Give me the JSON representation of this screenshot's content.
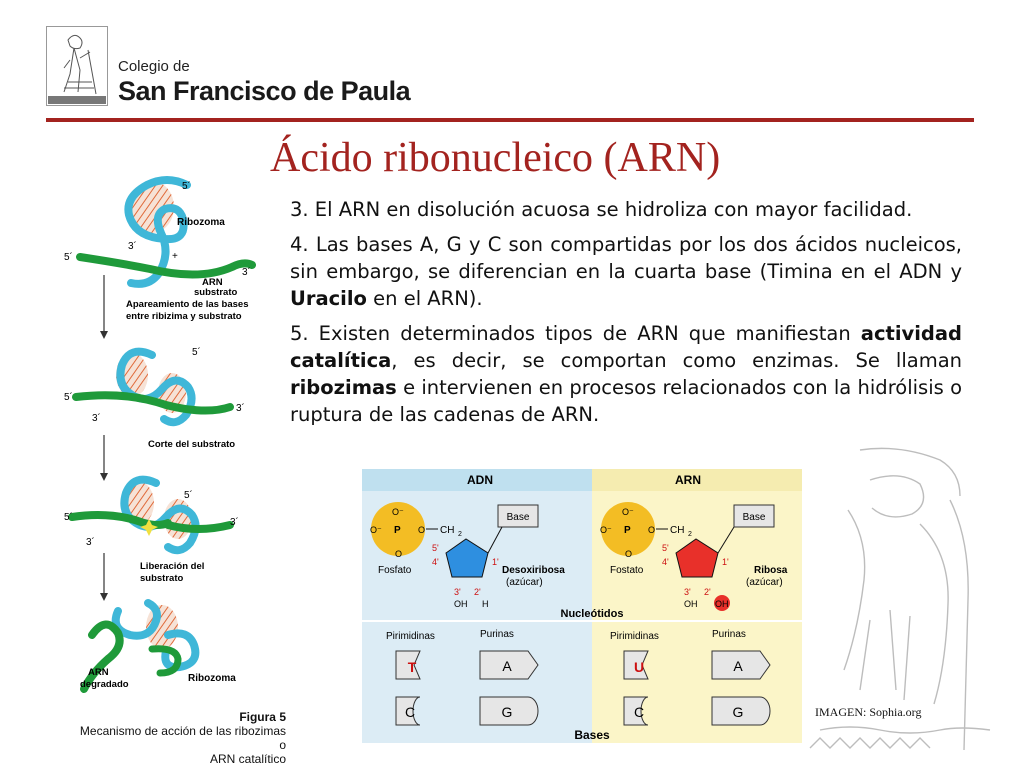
{
  "header": {
    "school_small": "Colegio de",
    "school_big": "San Francisco de Paula"
  },
  "title": "Ácido ribonucleico (ARN)",
  "body": {
    "p3": "3. El ARN en disolución acuosa se hidroliza con mayor facilidad.",
    "p4_a": "4. Las bases A, G y C son compartidas por los dos ácidos nucleicos, sin embargo, se diferencian en la cuarta base (Timina en el ADN y ",
    "p4_bold": "Uracilo",
    "p4_b": " en el ARN).",
    "p5_a": "5. Existen determinados tipos de ARN que manifiestan ",
    "p5_bold1": "actividad catalítica",
    "p5_b": ", es decir, se comportan como enzimas. Se llaman ",
    "p5_bold2": "ribozimas",
    "p5_c": " e intervienen en procesos relacionados con la hidrólisis o ruptura de las cadenas de ARN."
  },
  "ribozyme_figure": {
    "five_prime": "5´",
    "three_prime": "3´",
    "ribozoma": "Ribozoma",
    "plus": "+",
    "arn_substrato_1": "ARN",
    "arn_substrato_2": "substrato",
    "step1_1": "Apareamiento de las bases",
    "step1_2": "entre ribizima y substrato",
    "step2": "Corte del substrato",
    "step3_1": "Liberación del",
    "step3_2": "substrato",
    "arn_degradado_1": "ARN",
    "arn_degradado_2": "degradado",
    "caption_num": "Figura 5",
    "caption_1": "Mecanismo de acción de las ribozimas o",
    "caption_2": "ARN catalítico"
  },
  "nucleotides": {
    "adn": "ADN",
    "arn": "ARN",
    "base": "Base",
    "fosfato_left": "Fosfato",
    "fosfato_right": "Fostato",
    "p": "P",
    "o": "O",
    "o_minus": "O⁻",
    "ch2": "CH",
    "desoxiribosa": "Desoxiribosa",
    "azucar": "(azúcar)",
    "ribosa": "Ribosa",
    "nucleotidos": "Nucleótidos",
    "oh": "OH",
    "h": "H",
    "c": "C",
    "pos5": "5'",
    "pos4": "4'",
    "pos1": "1'",
    "pos3": "3'",
    "pos2": "2'",
    "pirimidinas": "Pirimidinas",
    "purinas": "Purinas",
    "base_t": "T",
    "base_u": "U",
    "base_a": "A",
    "base_c": "C",
    "base_g": "G",
    "bases": "Bases",
    "colors": {
      "adn_bg": "#dcecf5",
      "arn_bg": "#fbf5c8",
      "header_bg": "#bfe0ef",
      "header_bg_arn": "#f5ecb0",
      "phosphate": "#f3bd24",
      "deoxyribose": "#2e8fe0",
      "ribose": "#e8302a",
      "base_box": "#e6e6e6",
      "t_u_letter": "#cc1010"
    }
  },
  "credit": "IMAGEN: Sophia.org"
}
